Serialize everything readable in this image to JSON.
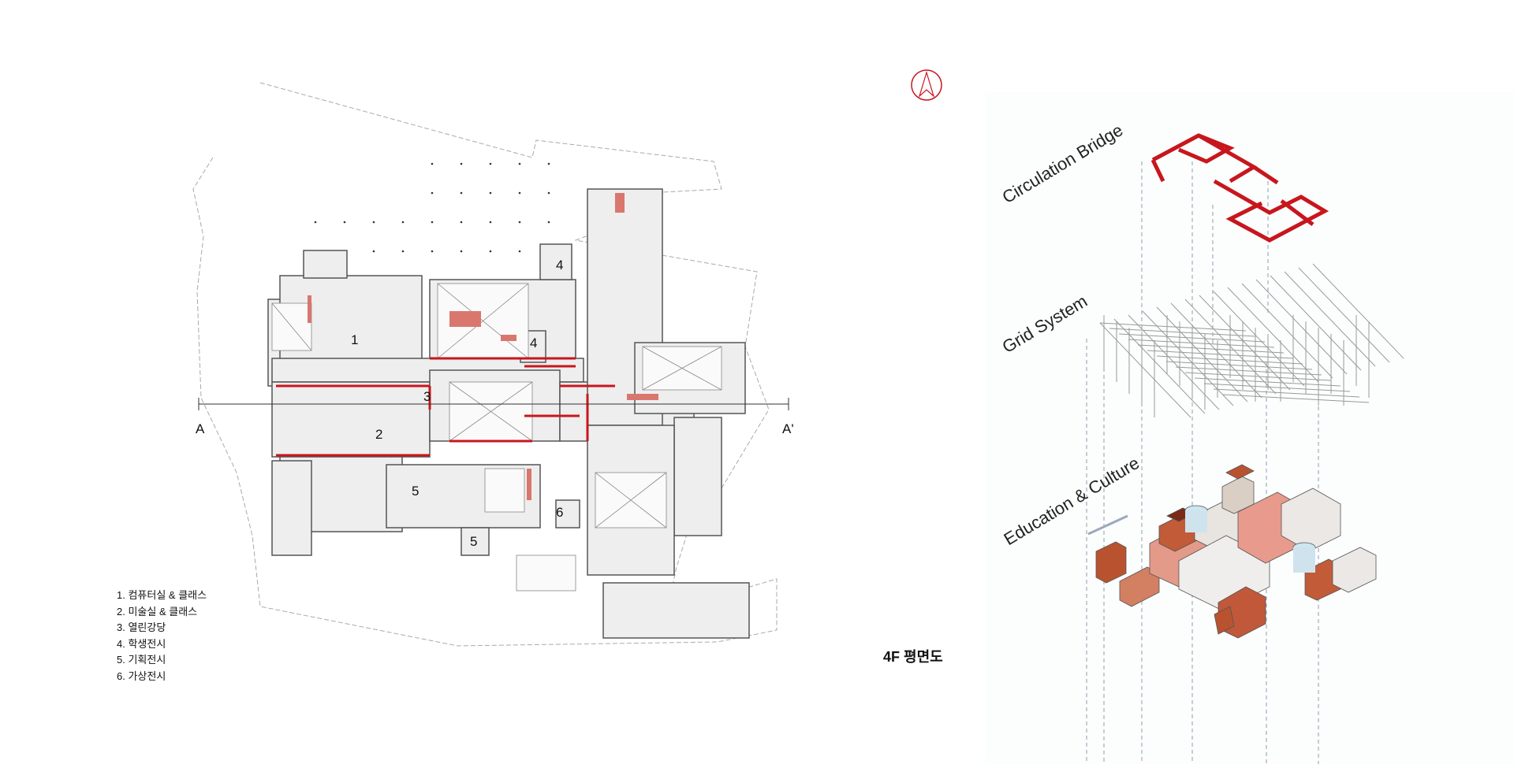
{
  "plan": {
    "title": "4F 평면도",
    "section_labels": {
      "start": "A",
      "end": "A'"
    },
    "room_numbers": [
      "1",
      "2",
      "3",
      "4",
      "4",
      "5",
      "5",
      "6"
    ],
    "legend": [
      "1. 컴퓨터실 & 클래스",
      "2. 미술실 & 클래스",
      "3. 열린강당",
      "4. 학생전시",
      "5. 기획전시",
      "6. 가상전시"
    ]
  },
  "axonometric": {
    "layers": [
      "Circulation Bridge",
      "Grid System",
      "Education & Culture"
    ]
  },
  "colors": {
    "accent_red": "#c8161d",
    "brick": "#b9532f",
    "wall": "#555555",
    "floor": "#ececec"
  }
}
